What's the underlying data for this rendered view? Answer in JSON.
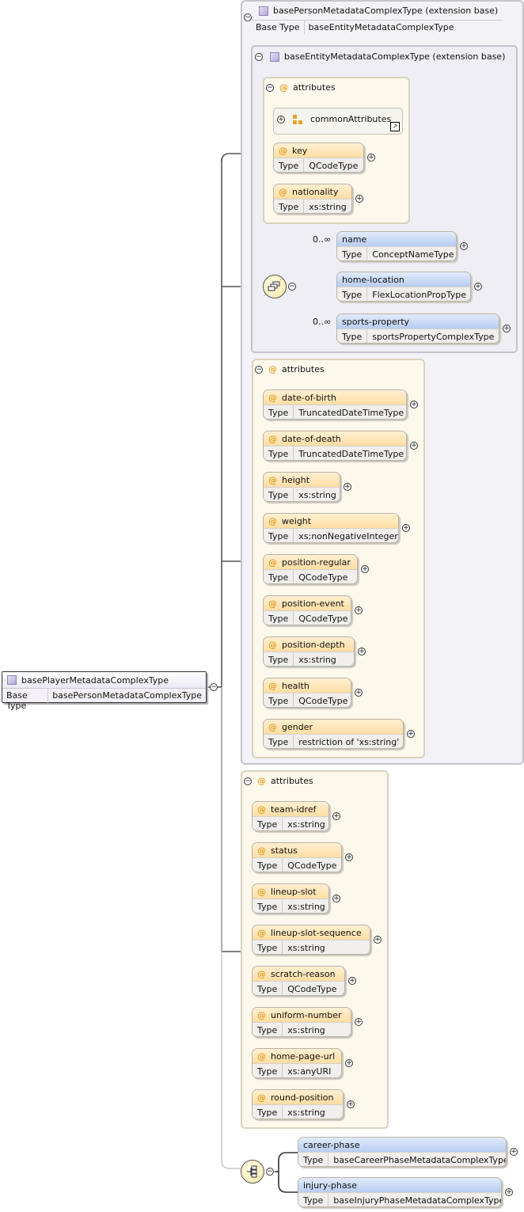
{
  "root": {
    "name": "basePlayerMetadataComplexType",
    "base_label": "Base Type",
    "base_value": "basePersonMetadataComplexType"
  },
  "ext1": {
    "title": "basePersonMetadataComplexType (extension base)",
    "base_label": "Base Type",
    "base_value": "baseEntityMetadataComplexType"
  },
  "ext2": {
    "title": "baseEntityMetadataComplexType (extension base)"
  },
  "attr_title": "attributes",
  "type_label": "Type",
  "group1": {
    "ref": "commonAttributes",
    "items": [
      {
        "name": "key",
        "type": "QCodeType"
      },
      {
        "name": "nationality",
        "type": "xs:string"
      }
    ]
  },
  "seq1": {
    "items": [
      {
        "name": "name",
        "type": "ConceptNameType",
        "mult": "0..∞"
      },
      {
        "name": "home-location",
        "type": "FlexLocationPropType",
        "mult": ""
      },
      {
        "name": "sports-property",
        "type": "sportsPropertyComplexType",
        "mult": "0..∞"
      }
    ]
  },
  "group2": {
    "items": [
      {
        "name": "date-of-birth",
        "type": "TruncatedDateTimeType"
      },
      {
        "name": "date-of-death",
        "type": "TruncatedDateTimeType"
      },
      {
        "name": "height",
        "type": "xs:string"
      },
      {
        "name": "weight",
        "type": "xs:nonNegativeInteger"
      },
      {
        "name": "position-regular",
        "type": "QCodeType"
      },
      {
        "name": "position-event",
        "type": "QCodeType"
      },
      {
        "name": "position-depth",
        "type": "xs:string"
      },
      {
        "name": "health",
        "type": "QCodeType"
      },
      {
        "name": "gender",
        "type": "restriction of 'xs:string'"
      }
    ]
  },
  "group3": {
    "items": [
      {
        "name": "team-idref",
        "type": "xs:string"
      },
      {
        "name": "status",
        "type": "QCodeType"
      },
      {
        "name": "lineup-slot",
        "type": "xs:string"
      },
      {
        "name": "lineup-slot-sequence",
        "type": "xs:string"
      },
      {
        "name": "scratch-reason",
        "type": "QCodeType"
      },
      {
        "name": "uniform-number",
        "type": "xs:string"
      },
      {
        "name": "home-page-url",
        "type": "xs:anyURI"
      },
      {
        "name": "round-position",
        "type": "xs:string"
      }
    ]
  },
  "seq2": {
    "items": [
      {
        "name": "career-phase",
        "type": "baseCareerPhaseMetadataComplexType"
      },
      {
        "name": "injury-phase",
        "type": "baseInjuryPhaseMetadataComplexType"
      }
    ]
  }
}
